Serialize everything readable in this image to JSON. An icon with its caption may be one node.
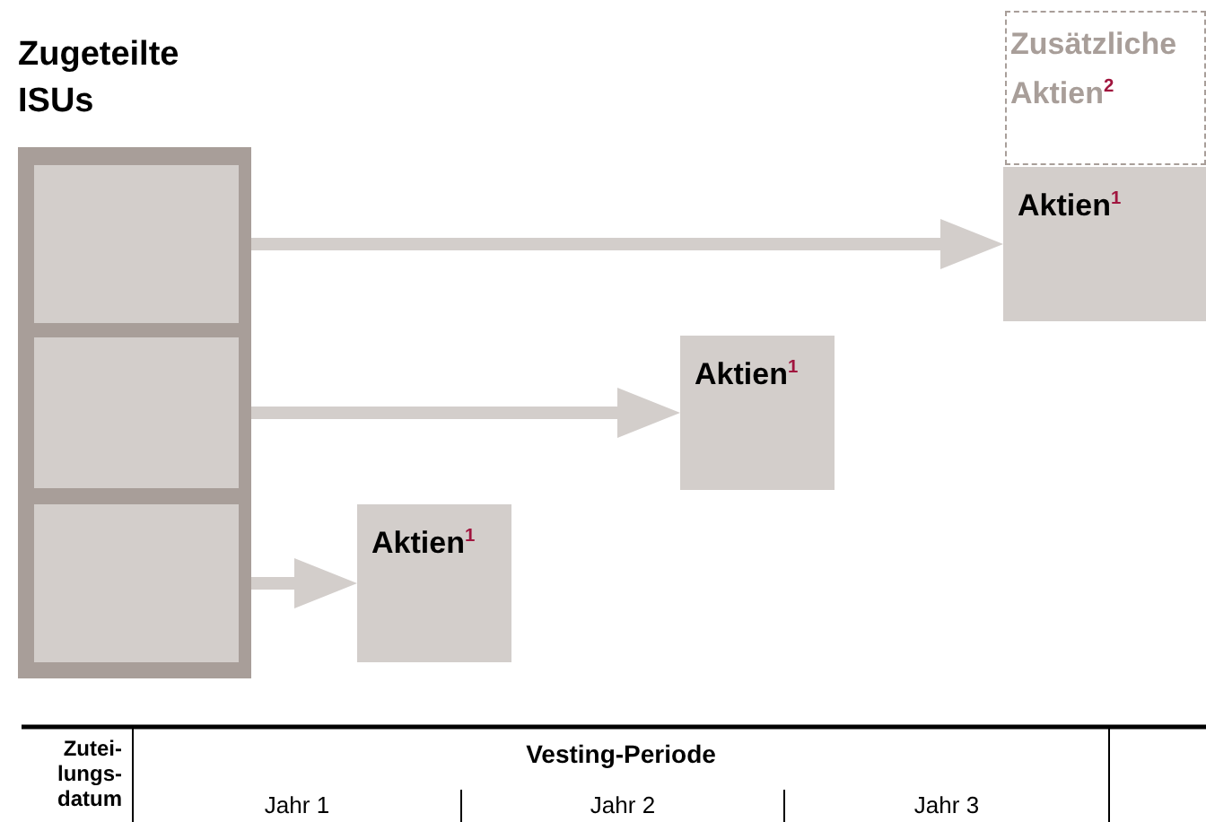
{
  "diagram": {
    "nodes": [
      {
        "text": [
          "Zugeteilte ISUs"
        ]
      },
      {
        "text": [],
        "shape": "box",
        "in": 0
      },
      {
        "text": [],
        "shape": "box",
        "in": 0
      },
      {
        "text": [],
        "shape": "box",
        "in": 0
      },
      {
        "text": [
          "Zusätzliche Aktien$^{2}$"
        ]
      },
      {
        "text": [
          "Aktien$^{1}$"
        ]
      },
      {
        "text": [
          "Aktien$^{1}$"
        ]
      },
      {
        "text": [
          "Aktien$^{1}$"
        ]
      }
    ],
    "edges": [
      {
        "from": 1,
        "to": 5,
        "arrow": "to"
      },
      {
        "from": 2,
        "to": 6,
        "arrow": "to"
      },
      {
        "from": 3,
        "to": 7,
        "arrow": "to"
      }
    ],
    "labels": [
      "Zutei- lungs- datum",
      "Vesting-Periode",
      "Jahr 1",
      "Jahr 2",
      "Jahr 3"
    ]
  }
}
